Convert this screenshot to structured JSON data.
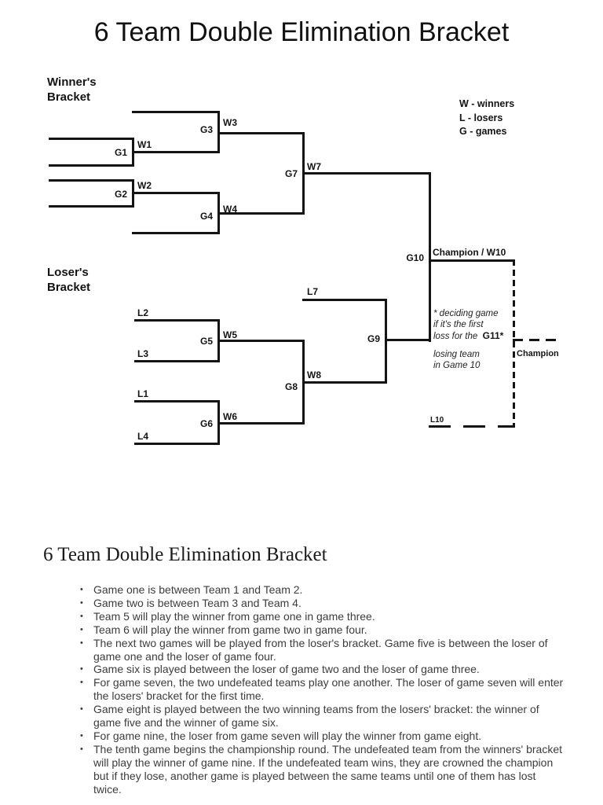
{
  "page": {
    "title": "6 Team Double Elimination Bracket"
  },
  "bracket": {
    "winners_header": "Winner's Bracket",
    "losers_header": "Loser's Bracket",
    "legend": [
      "W - winners",
      "L - losers",
      "G - games"
    ],
    "labels": {
      "g1": "G1",
      "g2": "G2",
      "g3": "G3",
      "g4": "G4",
      "g5": "G5",
      "g6": "G6",
      "g7": "G7",
      "g8": "G8",
      "g9": "G9",
      "g10": "G10",
      "w1": "W1",
      "w2": "W2",
      "w3": "W3",
      "w4": "W4",
      "w5": "W5",
      "w6": "W6",
      "w7": "W7",
      "w8": "W8",
      "l1": "L1",
      "l2": "L2",
      "l3": "L3",
      "l4": "L4",
      "l7": "L7",
      "l10": "L10",
      "champion_w10": "Champion / W10",
      "champion": "Champion"
    },
    "note": {
      "line1": "* deciding game",
      "line2": "if it's the first",
      "line3_italic": "loss for the",
      "line3_bold": "G11*",
      "line4": "losing team",
      "line5": "in Game 10"
    }
  },
  "description": {
    "heading": "6 Team Double Elimination Bracket",
    "bullets": [
      "Game one is between Team 1 and Team 2.",
      "Game two is between Team 3 and Team 4.",
      "Team 5 will play the winner from game one in game three.",
      "Team 6 will play the winner from game two in game four.",
      "The next two games will be played from the loser's bracket. Game five is between the loser of game one and the loser of game four.",
      "Game six is played between the loser of game two and the loser of game three.",
      "For game seven, the two undefeated teams play one another. The loser of game seven will enter the losers' bracket for the first time.",
      "Game eight is played between the two winning teams from the losers' bracket: the winner of game five and the winner of game six.",
      "For game nine, the loser from game seven will play the winner from game eight.",
      "The tenth game begins the championship round. The undefeated team from the winners' bracket will play the winner of game nine. If the undefeated team wins, they are crowned the champion but if they lose, another game is played between the same teams until one of them has lost twice."
    ]
  }
}
